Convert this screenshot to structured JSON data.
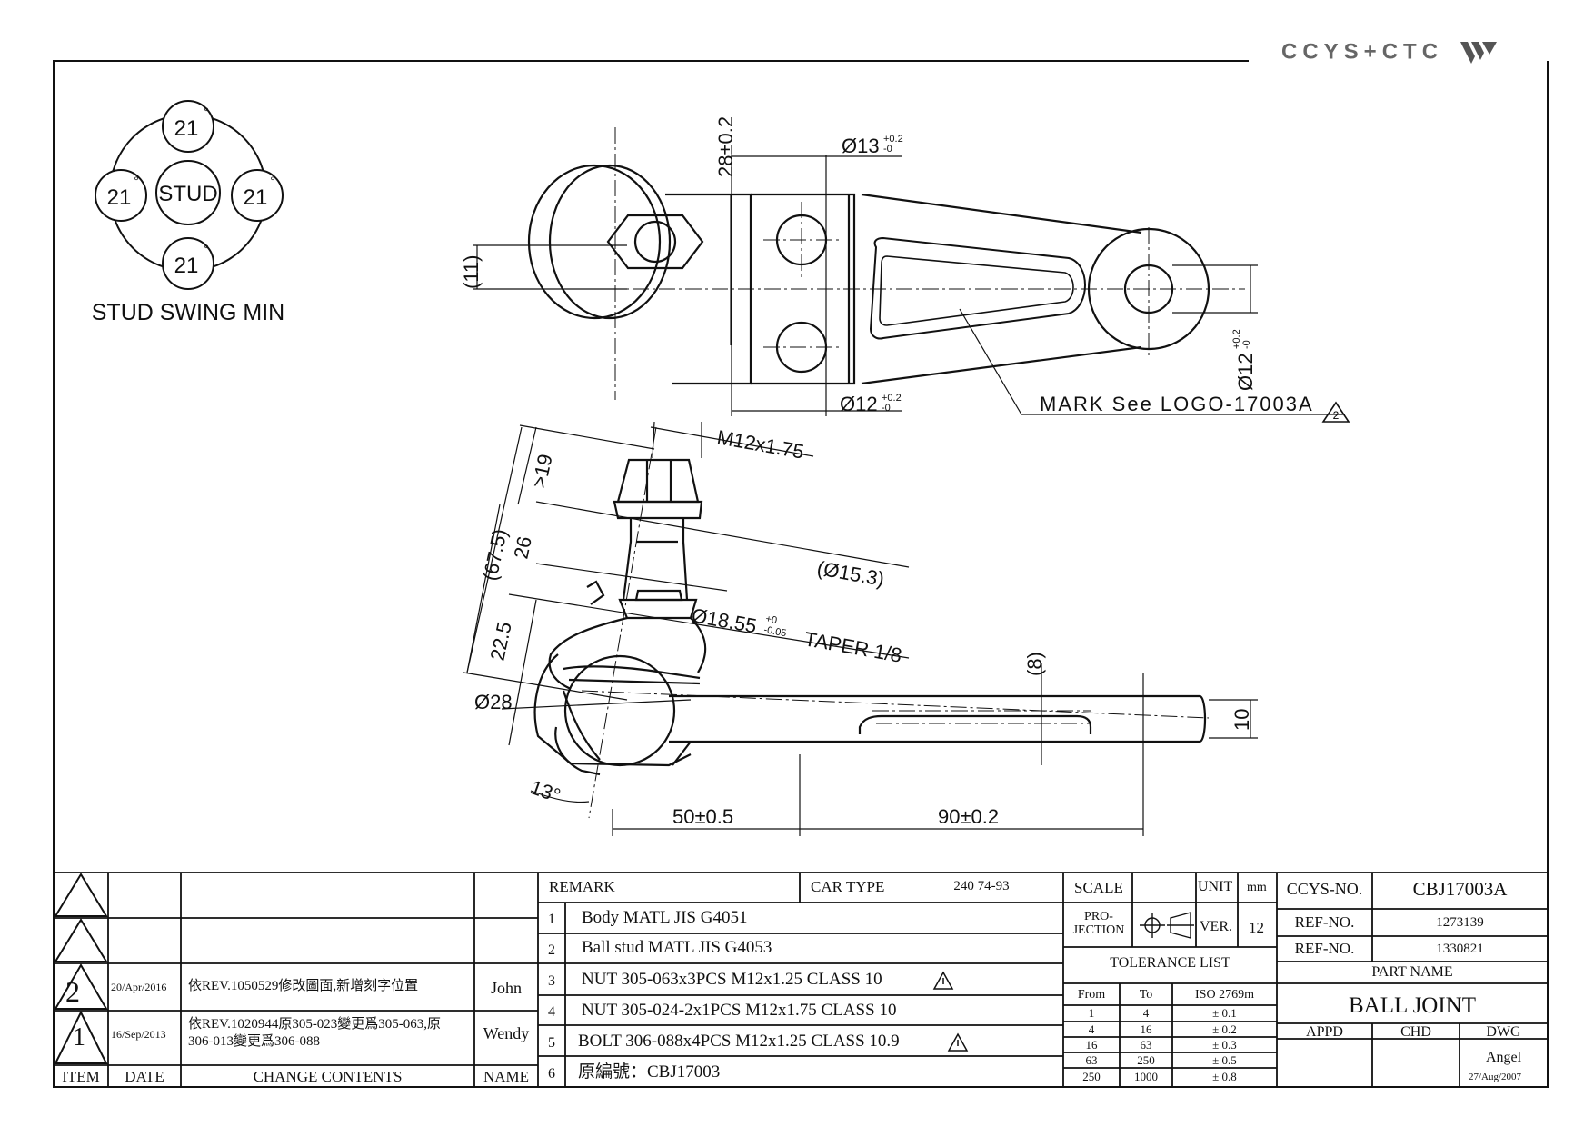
{
  "logo": "CCYS+CTC",
  "stud_swing": {
    "title": "STUD SWING MIN",
    "center": "STUD",
    "top": "21",
    "left": "21",
    "right": "21",
    "bottom": "21",
    "degree": "°"
  },
  "dims": {
    "d28pm": "28±0.2",
    "d13": "Ø13",
    "d13tol_top": "+0.2",
    "d13tol_bot": "-0",
    "d11": "(11)",
    "d12a": "Ø12",
    "d12a_top": "+0.2",
    "d12a_bot": "-0",
    "d12b": "Ø12",
    "d12b_top": "+0.2",
    "d12b_bot": "-0",
    "mark": "MARK See LOGO-17003A",
    "rev_mark": "2",
    "thread": "M12x1.75",
    "gt19": ">19",
    "d26": "26",
    "d675": "(67.5)",
    "d153": "(Ø15.3)",
    "d225": "22.5",
    "taper_d": "Ø18.55",
    "taper_top": "+0",
    "taper_bot": "-0.05",
    "taper": "TAPER 1/8",
    "d8": "(8)",
    "d28": "Ø28",
    "d10": "10",
    "ang13": "13°",
    "d50": "50±0.5",
    "d90": "90±0.2"
  },
  "revisions": {
    "rows": [
      {
        "item": "",
        "date": "",
        "content": "",
        "name": ""
      },
      {
        "item": "",
        "date": "",
        "content": "",
        "name": ""
      },
      {
        "item": "2",
        "date": "20/Apr/2016",
        "content": "依REV.1050529修改圖面,新增刻字位置",
        "name": "John"
      },
      {
        "item": "1",
        "date": "16/Sep/2013",
        "content": "依REV.1020944原305-023變更爲305-063,原306-013變更爲306-088",
        "name": "Wendy"
      }
    ],
    "header": {
      "item": "ITEM",
      "date": "DATE",
      "content": "CHANGE CONTENTS",
      "name": "NAME"
    }
  },
  "remarks": {
    "label": "REMARK",
    "car_type_label": "CAR TYPE",
    "car_type": "240 74-93",
    "rows": [
      {
        "no": "1",
        "text": "Body MATL JIS G4051",
        "warn": false
      },
      {
        "no": "2",
        "text": "Ball stud MATL JIS G4053",
        "warn": false
      },
      {
        "no": "3",
        "text": "NUT 305-063x3PCS M12x1.25 CLASS 10",
        "warn": true
      },
      {
        "no": "4",
        "text": "NUT 305-024-2x1PCS M12x1.75 CLASS 10",
        "warn": false
      },
      {
        "no": "5",
        "text": "BOLT 306-088x4PCS M12x1.25 CLASS 10.9",
        "warn": true
      },
      {
        "no": "6",
        "text": "原編號：CBJ17003",
        "warn": false
      }
    ]
  },
  "titleblock": {
    "scale_label": "SCALE",
    "unit_label": "UNIT",
    "unit": "mm",
    "projection_label": "PRO- JECTION",
    "ver_label": "VER.",
    "ver": "12",
    "tolerance_label": "TOLERANCE LIST",
    "tol_head": {
      "from": "From",
      "to": "To",
      "iso": "ISO 2769m"
    },
    "tol_rows": [
      {
        "from": "1",
        "to": "4",
        "tol": "± 0.1"
      },
      {
        "from": "4",
        "to": "16",
        "tol": "± 0.2"
      },
      {
        "from": "16",
        "to": "63",
        "tol": "± 0.3"
      },
      {
        "from": "63",
        "to": "250",
        "tol": "± 0.5"
      },
      {
        "from": "250",
        "to": "1000",
        "tol": "± 0.8"
      }
    ],
    "ccys_label": "CCYS-NO.",
    "ccys_no": "CBJ17003A",
    "ref_label": "REF-NO.",
    "ref1": "1273139",
    "ref2": "1330821",
    "part_name_label": "PART NAME",
    "part_name": "BALL JOINT",
    "appd": "APPD",
    "chd": "CHD",
    "dwg": "DWG",
    "drawn_by": "Angel",
    "drawn_date": "27/Aug/2007"
  }
}
